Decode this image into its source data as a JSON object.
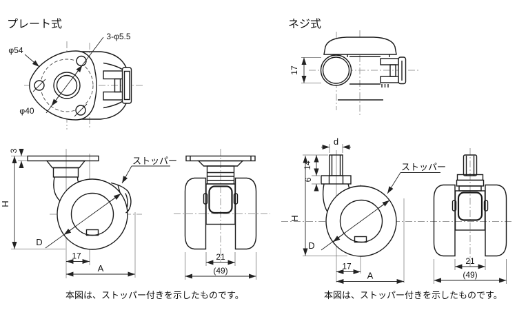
{
  "colors": {
    "line": "#1a1a1a",
    "centerline": "#9b9b9b",
    "dimension": "#222222",
    "background": "#ffffff"
  },
  "plate": {
    "title": "プレート式",
    "top_view": {
      "hole_spec": "3-φ5.5",
      "plate_diameter": "φ54",
      "bolt_circle_diameter": "φ40"
    },
    "side_view": {
      "plate_thickness": "3",
      "overall_height": "H",
      "wheel_diameter": "D",
      "swivel_offset": "17",
      "overall_length": "A",
      "stopper_label": "ストッパー"
    },
    "front_view": {
      "hub_width": "21",
      "overall_width": "(49)"
    },
    "note": "本図は、ストッパー付きを示したものです。"
  },
  "screw": {
    "title": "ネジ式",
    "top_view": {
      "body_height": "17"
    },
    "side_view": {
      "thread_diameter": "d",
      "thread_length": "14",
      "nut_height": "6",
      "overall_height": "H",
      "wheel_diameter": "D",
      "swivel_offset": "17",
      "overall_length": "A",
      "stopper_label": "ストッパー"
    },
    "front_view": {
      "hub_width": "21",
      "overall_width": "(49)"
    },
    "note": "本図は、ストッパー付きを示したものです。"
  }
}
